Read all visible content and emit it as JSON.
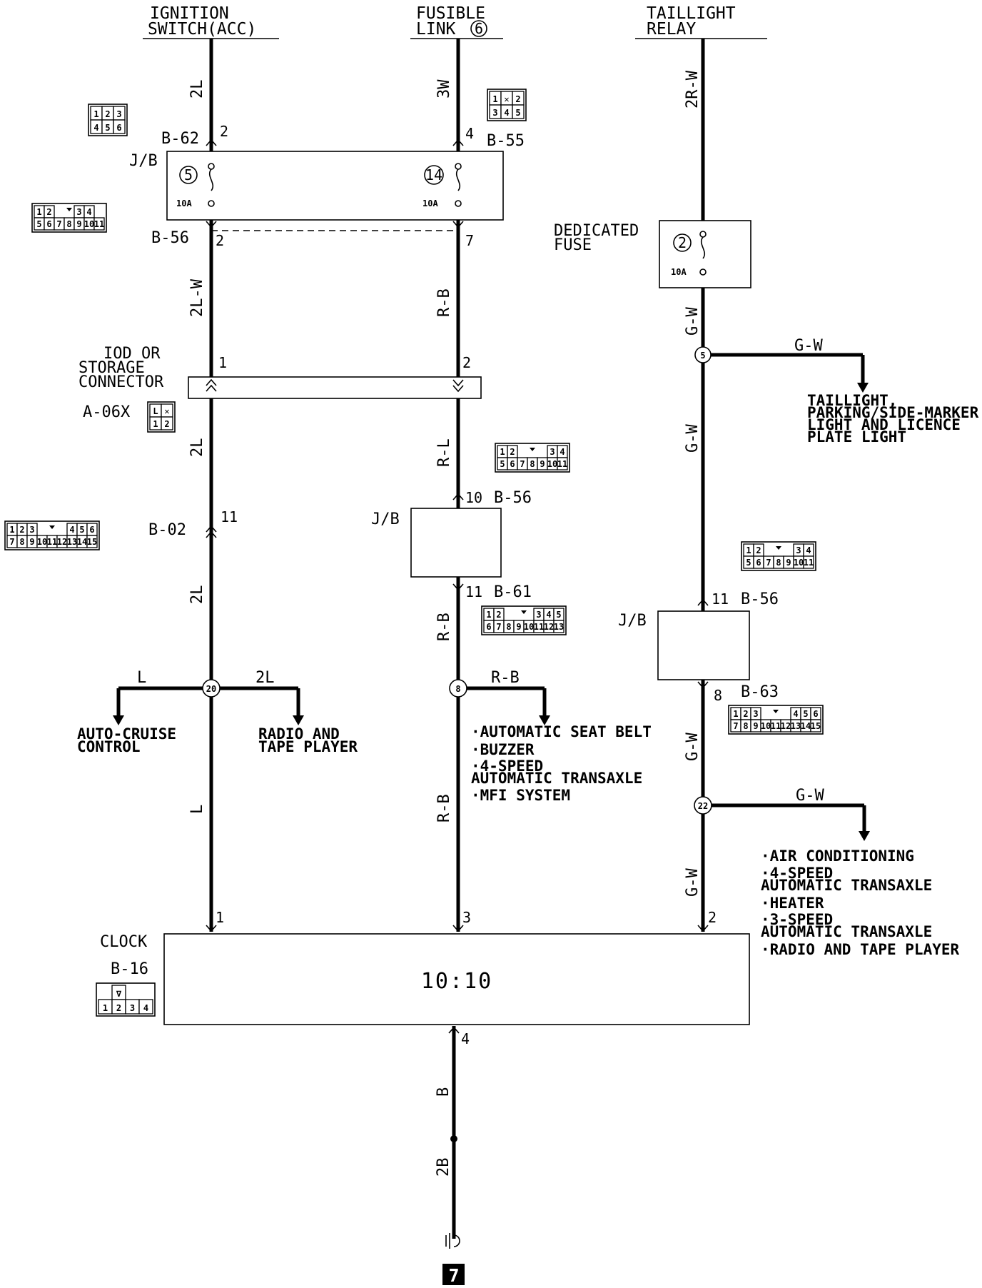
{
  "top": {
    "ignition": [
      "IGNITION",
      "SWITCH(ACC)"
    ],
    "fusible": [
      "FUSIBLE",
      "LINK"
    ],
    "fusible_no": "6",
    "taillight": [
      "TAILLIGHT",
      "RELAY"
    ]
  },
  "wires": {
    "w2L_a": "2L",
    "w3W": "3W",
    "w2RW": "2R-W",
    "w2LW": "2L-W",
    "wRB_a": "R-B",
    "wGW_a": "G-W",
    "w2L_b": "2L",
    "wRL": "R-L",
    "wGW_b": "G-W",
    "w2L_c": "2L",
    "wRB_b": "R-B",
    "wL": "L",
    "wRB_c": "R-B",
    "wGW_c": "G-W",
    "wGW_d": "G-W",
    "wB": "B",
    "w2B": "2B",
    "br_L": "L",
    "br_2L": "2L",
    "br_RB": "R-B",
    "br_GW_a": "G-W",
    "br_GW_b": "G-W"
  },
  "connectors": {
    "B62": "B-62",
    "B55": "B-55",
    "B56a": "B-56",
    "JB": "J/B",
    "dedicated": [
      "DEDICATED",
      "FUSE"
    ],
    "storage": [
      "IOD OR",
      "STORAGE",
      "CONNECTOR"
    ],
    "A06X": "A-06X",
    "B02": "B-02",
    "B56b": "B-56",
    "B61": "B-61",
    "B56c": "B-56",
    "B63": "B-63",
    "clock": "CLOCK",
    "B16": "B-16"
  },
  "pins": {
    "p2a": "2",
    "p4a": "4",
    "p2b": "2",
    "p7": "7",
    "p1a": "1",
    "p2c": "2",
    "p11a": "11",
    "p10": "10",
    "p11b": "11",
    "p11c": "11",
    "p8": "8",
    "p1b": "1",
    "p3": "3",
    "p2d": "2",
    "p4b": "4"
  },
  "fuses": {
    "f5_no": "5",
    "f5_amp": "10A",
    "f14_no": "14",
    "f14_amp": "10A",
    "f2_no": "2",
    "f2_amp": "10A"
  },
  "joints": {
    "j5": "5",
    "j20": "20",
    "j8": "8",
    "j22": "22"
  },
  "loads": {
    "taillight": [
      "TAILLIGHT,",
      "PARKING/SIDE-MARKER",
      "LIGHT AND LICENCE",
      "PLATE LIGHT"
    ],
    "auto_cruise": [
      "AUTO-CRUISE",
      "CONTROL"
    ],
    "radio": [
      "RADIO AND",
      "TAPE PLAYER"
    ],
    "seatbelt": [
      "·AUTOMATIC SEAT BELT",
      "·BUZZER",
      "·4-SPEED",
      " AUTOMATIC TRANSAXLE",
      "·MFI SYSTEM"
    ],
    "aircon": [
      "·AIR CONDITIONING",
      "·4-SPEED",
      " AUTOMATIC TRANSAXLE",
      "·HEATER",
      "·3-SPEED",
      " AUTOMATIC TRANSAXLE",
      "·RADIO AND TAPE PLAYER"
    ]
  },
  "clock_display": "10:10",
  "ground_no": "7",
  "pinouts": {
    "b62": [
      [
        "1",
        "2",
        "3"
      ],
      [
        "4",
        "5",
        "6"
      ]
    ],
    "b55": [
      [
        "1",
        "✕",
        "2"
      ],
      [
        "3",
        "4",
        "5"
      ]
    ],
    "b56a": [
      [
        "1",
        "2",
        "",
        "3",
        "4"
      ],
      [
        "5",
        "6",
        "7",
        "8",
        "9",
        "10",
        "11"
      ]
    ],
    "a06x": [
      [
        "L",
        "✕"
      ],
      [
        "1",
        "2"
      ]
    ],
    "b02": [
      [
        "1",
        "2",
        "3",
        "",
        "4",
        "5",
        "6"
      ],
      [
        "7",
        "8",
        "9",
        "10",
        "11",
        "12",
        "13",
        "14",
        "15"
      ]
    ],
    "b56b": [
      [
        "1",
        "2",
        "",
        "3",
        "4"
      ],
      [
        "5",
        "6",
        "7",
        "8",
        "9",
        "10",
        "11"
      ]
    ],
    "b61": [
      [
        "1",
        "2",
        "",
        "3",
        "4",
        "5"
      ],
      [
        "6",
        "7",
        "8",
        "9",
        "10",
        "11",
        "12",
        "13"
      ]
    ],
    "b56c": [
      [
        "1",
        "2",
        "",
        "3",
        "4"
      ],
      [
        "5",
        "6",
        "7",
        "8",
        "9",
        "10",
        "11"
      ]
    ],
    "b63": [
      [
        "1",
        "2",
        "3",
        "",
        "4",
        "5",
        "6"
      ],
      [
        "7",
        "8",
        "9",
        "10",
        "11",
        "12",
        "13",
        "14",
        "15"
      ]
    ],
    "b16": [
      [
        "∇"
      ],
      [
        "1",
        "2",
        "3",
        "4"
      ]
    ]
  }
}
